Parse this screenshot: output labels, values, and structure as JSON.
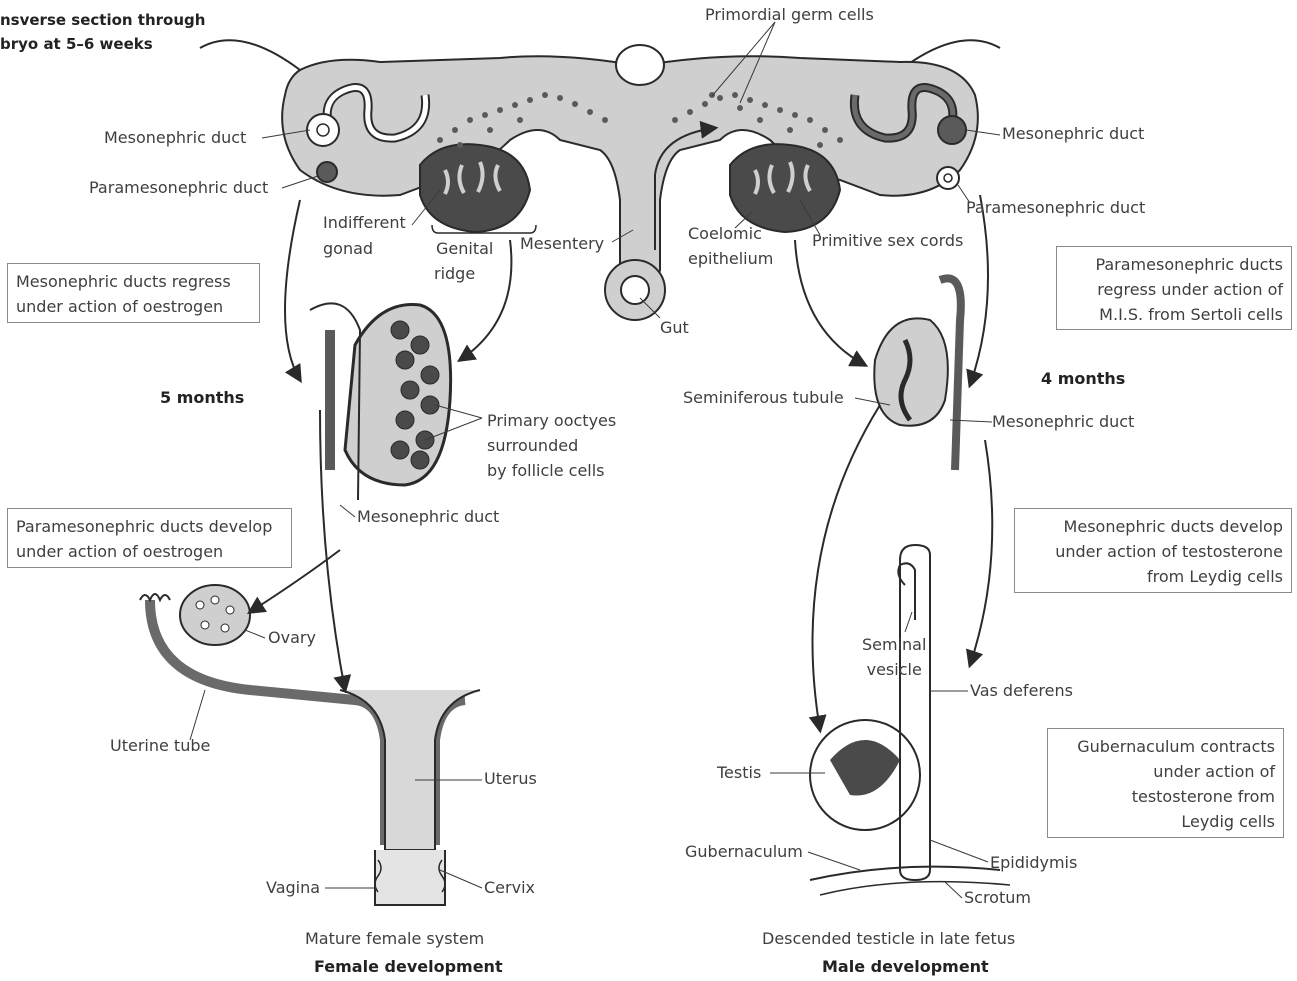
{
  "title": {
    "line1": "nsverse section through",
    "line2": "bryo at 5–6 weeks"
  },
  "top_labels": {
    "primordial_germ_cells": "Primordial germ cells",
    "mesonephric_duct_left": "Mesonephric duct",
    "paramesonephric_duct_left": "Paramesonephric duct",
    "indifferent_gonad_1": "Indifferent",
    "indifferent_gonad_2": "gonad",
    "genital_ridge_1": "Genital",
    "genital_ridge_2": "ridge",
    "mesentery": "Mesentery",
    "gut": "Gut",
    "coelomic_1": "Coelomic",
    "coelomic_2": "epithelium",
    "primitive_sex_cords": "Primitive sex cords",
    "mesonephric_duct_right": "Mesonephric duct",
    "paramesonephric_duct_right": "Paramesonephric duct"
  },
  "female": {
    "box_regress": [
      "Mesonephric ducts regress",
      "under action of oestrogen"
    ],
    "age": "5 months",
    "oocytes": [
      "Primary ooctyes",
      "surrounded",
      "by follicle cells"
    ],
    "mesonephric_duct": "Mesonephric duct",
    "box_develop": [
      "Paramesonephric ducts develop",
      "under action of oestrogen"
    ],
    "ovary": "Ovary",
    "uterine_tube": "Uterine tube",
    "uterus": "Uterus",
    "vagina": "Vagina",
    "cervix": "Cervix",
    "caption": "Mature female system",
    "heading": "Female development"
  },
  "male": {
    "box_regress": [
      "Paramesonephric ducts",
      "regress under action of",
      "M.I.S. from Sertoli cells"
    ],
    "age": "4 months",
    "seminiferous_tubule": "Seminiferous tubule",
    "mesonephric_duct": "Mesonephric duct",
    "box_develop": [
      "Mesonephric ducts develop",
      "under action of testosterone",
      "from Leydig cells"
    ],
    "seminal_vesicle": [
      "Seminal",
      "vesicle"
    ],
    "vas_deferens": "Vas deferens",
    "box_gubernaculum": [
      "Gubernaculum contracts",
      "under action of",
      "testosterone from",
      "Leydig cells"
    ],
    "testis": "Testis",
    "gubernaculum": "Gubernaculum",
    "epididymis": "Epididymis",
    "scrotum": "Scrotum",
    "caption": "Descended testicle in  late fetus",
    "heading": "Male development"
  },
  "colors": {
    "tissue_light": "#cfcfcf",
    "tissue_dark": "#4a4a4a",
    "outline": "#2a2a2a",
    "label_text": "#3f3f3f"
  }
}
